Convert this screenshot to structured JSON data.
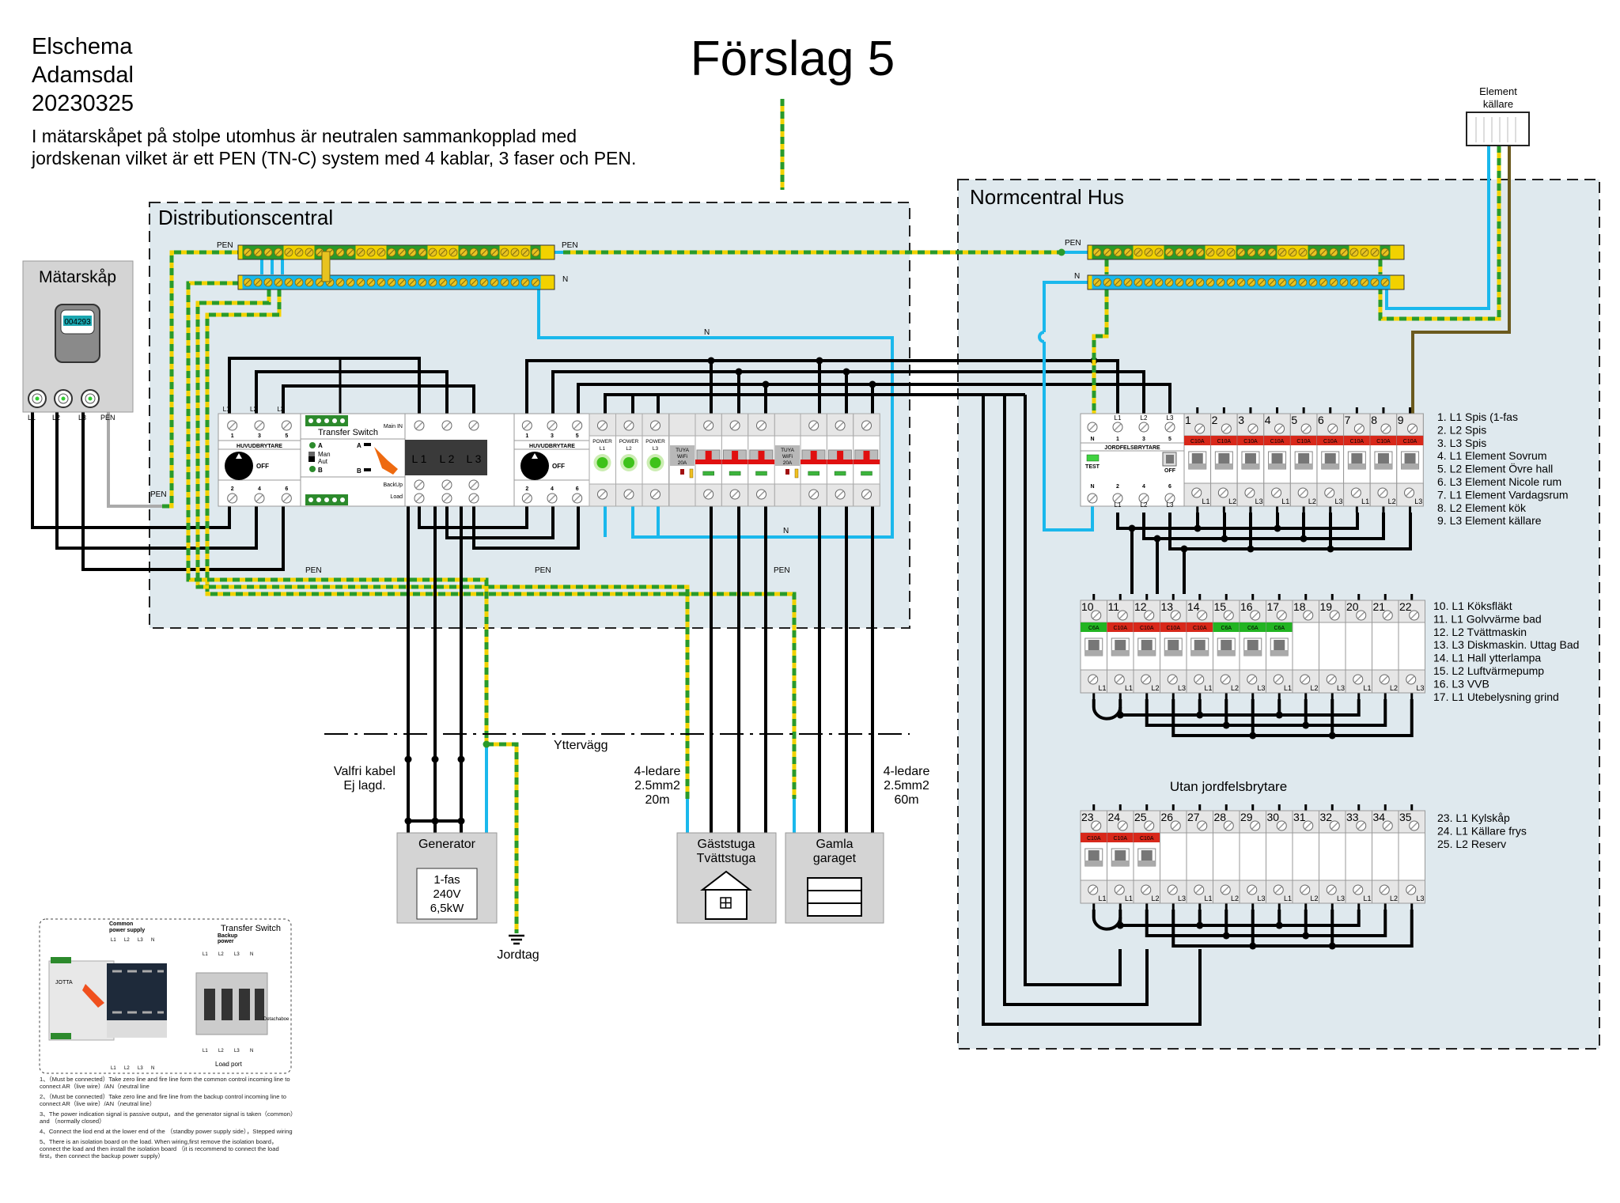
{
  "header": {
    "title_lines": [
      "Elschema",
      "Adamsdal",
      "20230325"
    ],
    "proposal": "Förslag 5",
    "description": [
      "I mätarskåpet på stolpe utomhus är neutralen sammankopplad med",
      "jordskenan vilket är ett PEN (TN-C) system med 4 kablar, 3 faser och PEN."
    ]
  },
  "meter": {
    "title": "Mätarskåp",
    "reading": "004293",
    "terminals": [
      "L1",
      "L2",
      "L3",
      "PEN"
    ]
  },
  "distribution": {
    "title": "Distributionscentral",
    "wire_labels": {
      "pen_bus_left": "PEN",
      "pen_bus_right": "PEN",
      "n_bus": "N",
      "n_upper": "N",
      "n_lower": "N",
      "pen_meter": "PEN",
      "pen_1": "PEN",
      "pen_2": "PEN",
      "pen_3": "PEN"
    },
    "main_switch": {
      "label": "HUVUDBRYTARE",
      "off": "OFF",
      "top": [
        "1",
        "3",
        "5"
      ],
      "bottom": [
        "2",
        "4",
        "6"
      ],
      "phases": [
        "L1",
        "L2",
        "L3"
      ]
    },
    "transfer_switch": {
      "title": "Transfer Switch",
      "main_in": "Main IN",
      "backup": "BackUp",
      "load": "Load",
      "a": "A",
      "b": "B",
      "man": "Man",
      "aut": "Aut",
      "phases": [
        "L 1",
        "L 2",
        "L 3"
      ]
    },
    "power_indicators": [
      {
        "label": "POWER",
        "phase": "L1"
      },
      {
        "label": "POWER",
        "phase": "L2"
      },
      {
        "label": "POWER",
        "phase": "L3"
      }
    ],
    "tuya": [
      "TUYA",
      "WiFi",
      "20A"
    ]
  },
  "normcentral": {
    "title": "Normcentral Hus",
    "pen": "PEN",
    "n": "N",
    "rcd": {
      "label": "JORDFELSBRYTARE",
      "test": "TEST",
      "off": "OFF",
      "top": [
        "N",
        "1",
        "3",
        "5"
      ],
      "bottom": [
        "N",
        "2",
        "4",
        "6"
      ],
      "phases": [
        "L1",
        "L2",
        "L3"
      ]
    },
    "without_rcd_label": "Utan jordfelsbrytare",
    "rows": [
      [
        {
          "num": "1",
          "rating": "C10A",
          "phase": "L1"
        },
        {
          "num": "2",
          "rating": "C10A",
          "phase": "L2"
        },
        {
          "num": "3",
          "rating": "C10A",
          "phase": "L3"
        },
        {
          "num": "4",
          "rating": "C10A",
          "phase": "L1"
        },
        {
          "num": "5",
          "rating": "C10A",
          "phase": "L2"
        },
        {
          "num": "6",
          "rating": "C10A",
          "phase": "L3"
        },
        {
          "num": "7",
          "rating": "C10A",
          "phase": "L1"
        },
        {
          "num": "8",
          "rating": "C10A",
          "phase": "L2"
        },
        {
          "num": "9",
          "rating": "C10A",
          "phase": "L3"
        }
      ],
      [
        {
          "num": "10",
          "rating": "C6A",
          "phase": "L1"
        },
        {
          "num": "11",
          "rating": "C10A",
          "phase": "L1"
        },
        {
          "num": "12",
          "rating": "C10A",
          "phase": "L2"
        },
        {
          "num": "13",
          "rating": "C10A",
          "phase": "L3"
        },
        {
          "num": "14",
          "rating": "C10A",
          "phase": "L1"
        },
        {
          "num": "15",
          "rating": "C6A",
          "phase": "L2"
        },
        {
          "num": "16",
          "rating": "C6A",
          "phase": "L3"
        },
        {
          "num": "17",
          "rating": "C6A",
          "phase": "L1"
        },
        {
          "num": "18",
          "rating": "",
          "phase": "L2"
        },
        {
          "num": "19",
          "rating": "",
          "phase": "L3"
        },
        {
          "num": "20",
          "rating": "",
          "phase": "L1"
        },
        {
          "num": "21",
          "rating": "",
          "phase": "L2"
        },
        {
          "num": "22",
          "rating": "",
          "phase": "L3"
        }
      ],
      [
        {
          "num": "23",
          "rating": "C10A",
          "phase": "L1"
        },
        {
          "num": "24",
          "rating": "C10A",
          "phase": "L1"
        },
        {
          "num": "25",
          "rating": "C10A",
          "phase": "L2"
        },
        {
          "num": "26",
          "rating": "",
          "phase": "L3"
        },
        {
          "num": "27",
          "rating": "",
          "phase": "L1"
        },
        {
          "num": "28",
          "rating": "",
          "phase": "L2"
        },
        {
          "num": "29",
          "rating": "",
          "phase": "L3"
        },
        {
          "num": "30",
          "rating": "",
          "phase": "L1"
        },
        {
          "num": "31",
          "rating": "",
          "phase": "L2"
        },
        {
          "num": "32",
          "rating": "",
          "phase": "L3"
        },
        {
          "num": "33",
          "rating": "",
          "phase": "L1"
        },
        {
          "num": "34",
          "rating": "",
          "phase": "L2"
        },
        {
          "num": "35",
          "rating": "",
          "phase": "L3"
        }
      ]
    ],
    "legends": [
      [
        "1. L1 Spis (1-fas",
        "2. L2 Spis",
        "3. L3 Spis",
        "4. L1 Element Sovrum",
        "5. L2 Element Övre hall",
        "6. L3 Element Nicole rum",
        "7. L1 Element Vardagsrum",
        "8. L2 Element kök",
        "9. L3 Element källare"
      ],
      [
        "10. L1 Köksfläkt",
        "11. L1 Golvvärme bad",
        "12. L2 Tvättmaskin",
        "13. L3 Diskmaskin. Uttag Bad",
        "14. L1 Hall ytterlampa",
        "15. L2 Luftvärmepump",
        "16. L3 VVB",
        "17. L1 Utebelysning grind"
      ],
      [
        "23. L1 Kylskåp",
        "24. L1 Källare frys",
        "25. L2 Reserv"
      ]
    ]
  },
  "element_kallare": [
    "Element",
    "källare"
  ],
  "outside": {
    "wall": "Yttervägg",
    "cable_generator": [
      "Valfri kabel",
      "Ej lagd."
    ],
    "cable_guest": [
      "4-ledare",
      "2.5mm2",
      "20m"
    ],
    "cable_garage": [
      "4-ledare",
      "2.5mm2",
      "60m"
    ],
    "generator": {
      "title": "Generator",
      "specs": [
        "1-fas",
        "240V",
        "6,5kW"
      ]
    },
    "guest_house": [
      "Gäststuga",
      "Tvättstuga"
    ],
    "garage": [
      "Gamla",
      "garaget"
    ],
    "ground": "Jordtag"
  },
  "reference": {
    "title": "Transfer Switch",
    "common": [
      "Common",
      "power supply"
    ],
    "backup": [
      "Backup",
      "power"
    ],
    "phases": [
      "L1",
      "L2",
      "L3",
      "N"
    ],
    "load_port": "Load  port",
    "detachable": "Detachaboe",
    "brand": "JOTTA",
    "notes": [
      "1、（Must be connected）Take zero line and fire line form the common control incoming line to connect AR（live wire）/AN（neutral line",
      "2、（Must be connected）Take zero line and fire line from the backup control incoming line to connect AR（live wire）/AN（neutral line）",
      "3、The power indication signal is passive output，and the generator signal is taken（common）and （normally closed）",
      "4、Connect the liod end at the lower end of the （standby power supply side），Stepped wiring",
      "5、There is an isolation board on the load. When wiring,first remove the isolation board，connect the load and then install the isolation board （it is recommend to connect the load first，then connect the backup power supply）"
    ]
  },
  "colors": {
    "panel_bg": "#dfe9ee",
    "phase_wire": "#000000",
    "neutral_wire": "#1ab8ec",
    "pe_green": "#2a9a2a",
    "pe_yellow": "#f2d200",
    "brown_wire": "#6b5a1e",
    "rating_c10a": "#d8281a",
    "rating_c6a": "#22b422",
    "module_gray": "#e6e6e6"
  }
}
